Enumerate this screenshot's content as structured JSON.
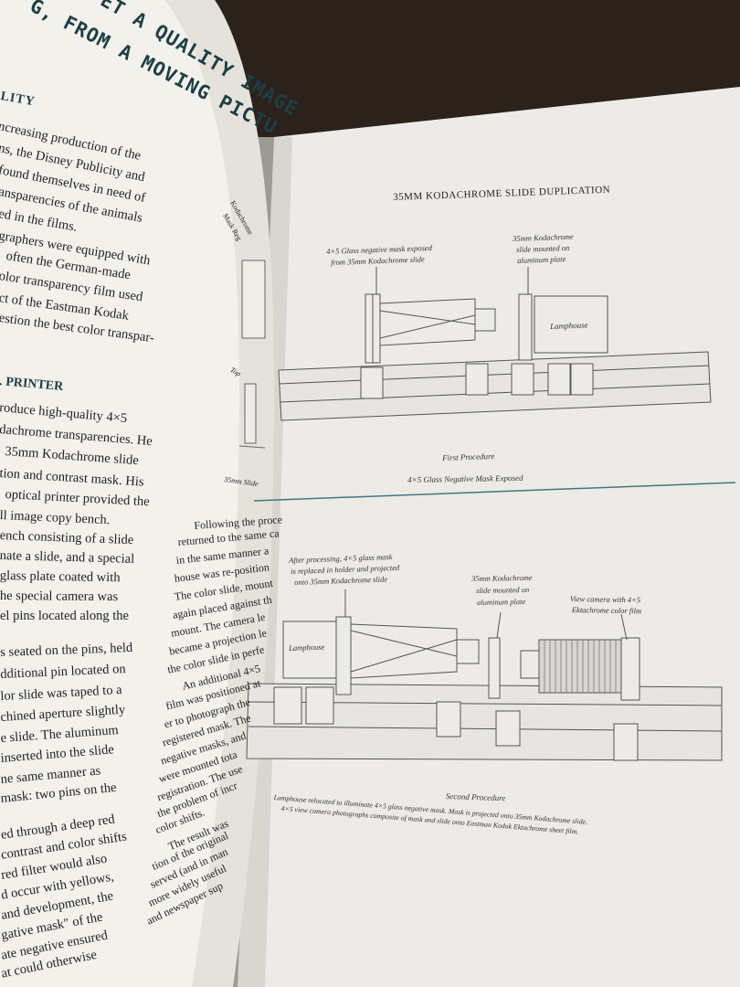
{
  "left_page": {
    "heading_line1": "ET A QUALITY IMAGE",
    "heading_line2": "G, FROM A MOVING PICTU",
    "section_quality": "LITY",
    "para1": [
      "ncreasing production of the",
      "ns, the Disney Publicity and",
      "found themselves in need of",
      "ansparencies of the animals",
      "ed in the films.",
      "graphers were equipped with",
      "often the German-made",
      "olor transparency film used",
      "ct of the Eastman Kodak",
      "estion the best color transpar-"
    ],
    "section_printer": ". PRINTER",
    "para2": [
      "roduce high-quality 4×5",
      "dachrome transparencies. He",
      "35mm Kodachrome slide",
      "tion and contrast mask. His",
      "optical printer provided the",
      "ll image copy bench.",
      "ench consisting of a slide",
      "nate a slide, and a special",
      "glass plate coated with",
      "he special camera was",
      "el pins located along the"
    ],
    "para3": [
      "s seated on the pins, held",
      "dditional pin located on",
      "lor slide was taped to a",
      "chined aperture slightly",
      "e slide. The aluminum",
      "inserted into the slide",
      "ne same manner as",
      "mask: two pins on the"
    ],
    "para4": [
      "ed through a deep red",
      "contrast and color shifts",
      "red filter would also",
      "d occur with yellows,",
      "and development, the",
      "gative mask\" of the",
      "ate negative ensured",
      "at could otherwise"
    ]
  },
  "middle_column": {
    "lines": [
      "Following the proce",
      "returned to the same ca",
      "in the same manner a",
      "house was re-position",
      "The color slide, mount",
      "again placed against th",
      "mount. The camera le",
      "became a projection le",
      "the color slide in perfe",
      "An additional 4×5",
      "film was positioned at",
      "er to photograph the",
      "registered mask. The",
      "negative masks, and",
      "were mounted tota",
      "registration. The use",
      "the problem of incr",
      "color shifts.",
      "The result was",
      "tion of the original",
      "served (and in man",
      "more widely useful",
      "and newspaper sup"
    ],
    "diagram_label_top": "Kodachrome",
    "diagram_label_sub": "Mask Reg",
    "diagram_label_top2": "Top",
    "diagram_label_slide": "35mm Slide"
  },
  "right_page": {
    "title": "35MM KODACHROME SLIDE DUPLICATION",
    "fig1": {
      "label_mask": [
        "4×5 Glass negative mask exposed",
        "from 35mm Kodachrome slide"
      ],
      "label_slide": [
        "35mm Kodachrome",
        "slide mounted on",
        "aluminum plate"
      ],
      "label_lamphouse": "Lamphouse",
      "caption_title": "First Procedure",
      "caption": "4×5 Glass Negative Mask Exposed"
    },
    "fig2": {
      "label_mask": [
        "After processing, 4×5 glass mask",
        "is replaced in holder and projected",
        "onto 35mm Kodachrome slide"
      ],
      "label_slide": [
        "35mm Kodachrome",
        "slide mounted on",
        "aluminum plate"
      ],
      "label_camera": [
        "View camera with 4×5",
        "Ektachrome color film"
      ],
      "label_lamphouse": "Lamphouse",
      "caption_title": "Second Procedure",
      "caption": [
        "Lamphouse relocated to illuminate 4×5 glass negative mask. Mask is projected onto 35mm Kodachrome slide.",
        "4×5 view camera photographs composite of mask and slide onto Eastman Kodak Ektachrome sheet film."
      ]
    }
  },
  "colors": {
    "background": "#2a211b",
    "page_left": "#f3f1ec",
    "page_right": "#ecebe7",
    "heading": "#1c3f43",
    "rule": "#3f7a80"
  }
}
